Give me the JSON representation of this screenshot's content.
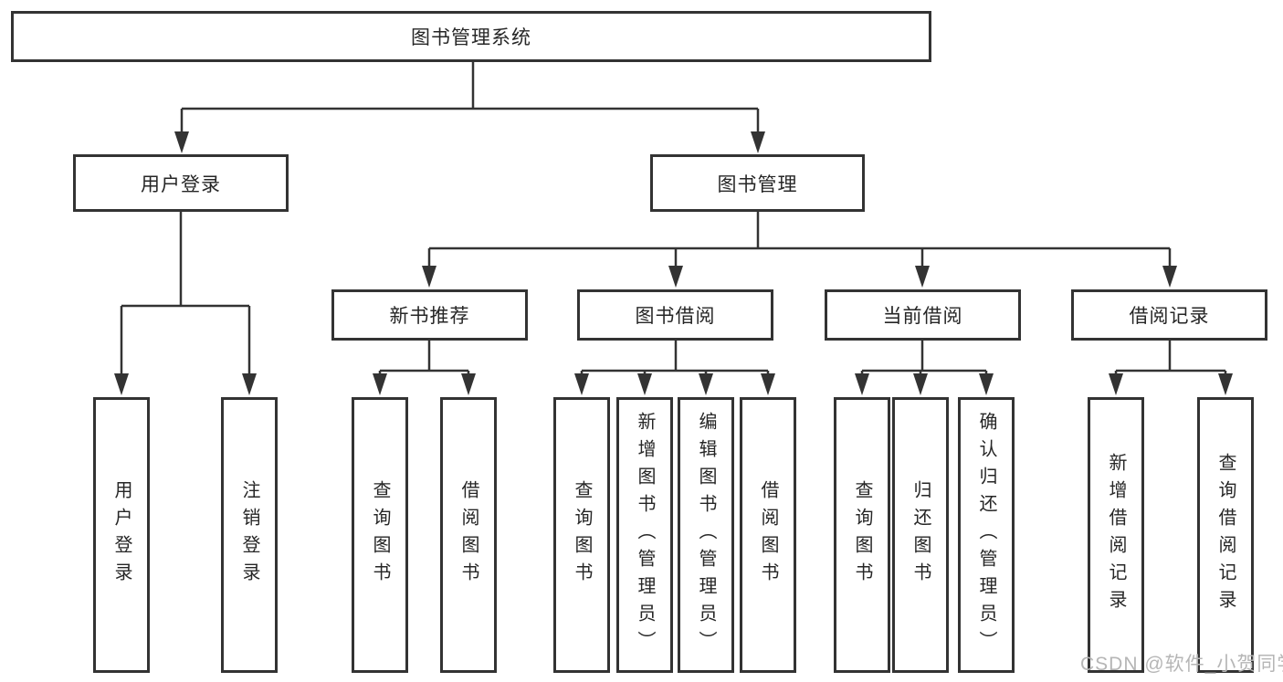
{
  "tree": {
    "root": {
      "label": "图书管理系统"
    },
    "branches": [
      {
        "label": "用户登录",
        "leaves": [
          "用户登录",
          "注销登录"
        ]
      },
      {
        "label": "图书管理",
        "groups": [
          {
            "label": "新书推荐",
            "leaves": [
              "查询图书",
              "借阅图书"
            ]
          },
          {
            "label": "图书借阅",
            "leaves": [
              "查询图书",
              "新增图书（管理员）",
              "编辑图书（管理员）",
              "借阅图书"
            ]
          },
          {
            "label": "当前借阅",
            "leaves": [
              "查询图书",
              "归还图书",
              "确认归还（管理员）"
            ]
          },
          {
            "label": "借阅记录",
            "leaves": [
              "新增借阅记录",
              "查询借阅记录"
            ]
          }
        ]
      }
    ]
  },
  "watermark": {
    "text": "CSDN @软件_小贺同学"
  },
  "colors": {
    "line": "#333333",
    "box_border": "#333333",
    "text": "#262626",
    "watermark": "#b6b6b6",
    "background": "#ffffff"
  }
}
